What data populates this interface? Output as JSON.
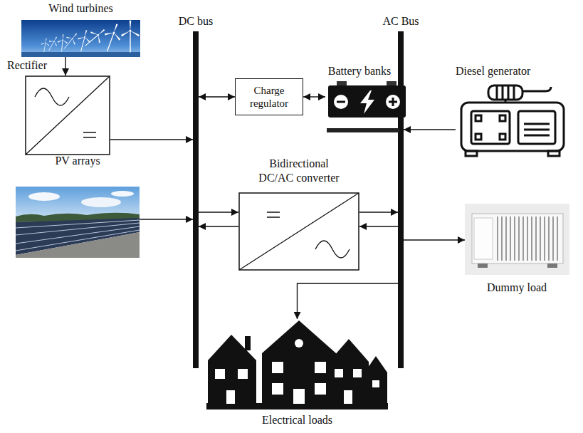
{
  "diagram": {
    "nodes": [
      {
        "text": [
          "Wind turbines"
        ]
      },
      {
        "text": [
          "Rectifier"
        ]
      },
      {
        "text": [
          "PV arrays"
        ]
      },
      {
        "text": [
          "DC bus"
        ]
      },
      {
        "text": [
          "AC Bus"
        ]
      },
      {
        "text": [
          "Charge regulator"
        ]
      },
      {
        "text": [
          "Battery banks"
        ]
      },
      {
        "text": [
          "Diesel generator"
        ]
      },
      {
        "text": [
          "Bidirectional DC/AC converter"
        ]
      },
      {
        "text": [
          "Dummy load"
        ]
      },
      {
        "text": [
          "Electrical loads"
        ]
      }
    ],
    "edges": [
      {
        "from": 0,
        "to": 1,
        "arrow": "to"
      },
      {
        "from": 1,
        "to": 3,
        "arrow": "to"
      },
      {
        "from": 2,
        "to": 3,
        "arrow": "to"
      },
      {
        "from": 3,
        "to": 5,
        "arrow": "both"
      },
      {
        "from": 5,
        "to": 6,
        "arrow": "both"
      },
      {
        "from": 7,
        "to": 4,
        "arrow": "to"
      },
      {
        "from": 3,
        "to": 8,
        "arrow": "to"
      },
      {
        "from": 8,
        "to": 3,
        "arrow": "to"
      },
      {
        "from": 8,
        "to": 4,
        "arrow": "to"
      },
      {
        "from": 4,
        "to": 8,
        "arrow": "to"
      },
      {
        "from": 4,
        "to": 9,
        "arrow": "to"
      },
      {
        "from": 4,
        "to": 10,
        "arrow": "to"
      }
    ]
  }
}
